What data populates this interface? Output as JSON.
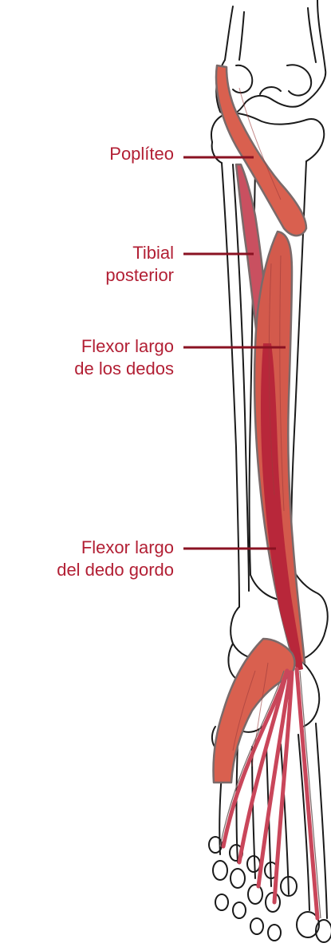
{
  "labels": {
    "popliteo": "Poplíteo",
    "tibial_l1": "Tibial",
    "tibial_l2": "posterior",
    "fld_l1": "Flexor largo",
    "fld_l2": "de los dedos",
    "flhl_l1": "Flexor largo",
    "flhl_l2": "del dedo gordo"
  },
  "colors": {
    "label_text": "#b21f34",
    "leader_line": "#8a1222",
    "muscle_fill": "#d9604f",
    "muscle_dark": "#b8273a",
    "bone_outline": "#1a1a1a",
    "muscle_outline": "#7a6a6a"
  }
}
